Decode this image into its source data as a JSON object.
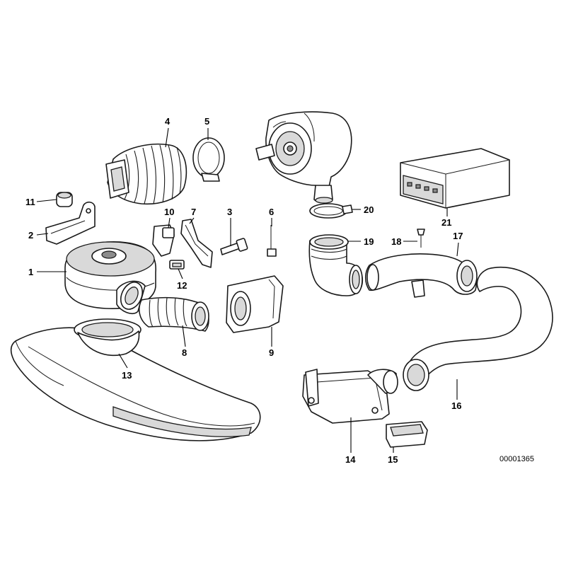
{
  "callouts": [
    "1",
    "2",
    "3",
    "4",
    "5",
    "6",
    "7",
    "8",
    "9",
    "10",
    "11",
    "12",
    "13",
    "14",
    "15",
    "16",
    "17",
    "18",
    "19",
    "20",
    "21"
  ],
  "drawing_code": "00001365"
}
